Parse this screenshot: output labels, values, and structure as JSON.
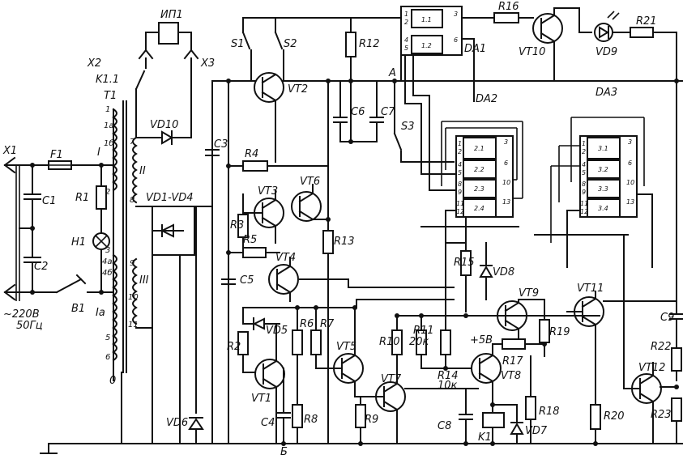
{
  "labels": {
    "x1": "X1",
    "x2": "X2",
    "x3": "X3",
    "f1": "F1",
    "r1": "R1",
    "h1": "H1",
    "c1": "C1",
    "c2": "C2",
    "b1": "B1",
    "mains": "~220В",
    "mains_freq": "50Гц",
    "t1": "T1",
    "k11": "K1.1",
    "ip1": "ИП1",
    "s1": "S1",
    "s2": "S2",
    "vd10": "VD10",
    "bridge": "VD1-VD4",
    "vd6": "VD6",
    "c3": "C3",
    "r4": "R4",
    "r3": "R3",
    "r5": "R5",
    "c5": "C5",
    "vt2": "VT2",
    "vt3": "VT3",
    "vt4": "VT4",
    "vt6": "VT6",
    "r12": "R12",
    "r13": "R13",
    "c6": "C6",
    "c7": "C7",
    "s3": "S3",
    "node_a": "A",
    "r16": "R16",
    "vt10": "VT10",
    "vd9": "VD9",
    "r21": "R21",
    "da1": "DA1",
    "da2": "DA2",
    "da3": "DA3",
    "r15": "R15",
    "vd8": "VD8",
    "vd5": "VD5",
    "r2": "R2",
    "r6": "R6",
    "r7": "R7",
    "vt1": "VT1",
    "c4": "C4",
    "r8": "R8",
    "node_b": "Б",
    "vt5": "VT5",
    "r9": "R9",
    "vt7": "VT7",
    "r10": "R10",
    "r11": "R11",
    "r11_val": "20к",
    "r14": "R14",
    "r14_val": "10к",
    "plus5": "+5В",
    "vt8": "VT8",
    "r17": "R17",
    "vt9": "VT9",
    "r19": "R19",
    "c8": "C8",
    "k1": "K1",
    "r18": "R18",
    "vd7": "VD7",
    "vt11": "VT11",
    "r20": "R20",
    "c9": "C9",
    "r22": "R22",
    "vt12": "VT12",
    "r23": "R23",
    "ground_0": "0"
  },
  "winding_labels": {
    "i": "I",
    "ia": "Iа",
    "ii": "II",
    "iii": "III",
    "p1": "1",
    "p1a": "1а",
    "p16": "1б",
    "p2": "2",
    "p3": "3",
    "p4a": "4а",
    "p4b": "4б",
    "p5": "5",
    "p6": "6",
    "p7": "7",
    "p8": "8",
    "p9": "9",
    "p10": "10",
    "p11": "11"
  },
  "da1_pins": {
    "p1": "1",
    "p2": "2",
    "p3": "3",
    "p4": "4",
    "p5": "5",
    "p6": "6",
    "u1": "1.1",
    "u2": "1.2"
  },
  "da2_pins": {
    "p1": "1",
    "p2": "2",
    "p3": "3",
    "p4": "4",
    "p5": "5",
    "p6": "6",
    "p8": "8",
    "p9": "9",
    "p10": "10",
    "p11": "11",
    "p12": "12",
    "p13": "13",
    "u1": "2.1",
    "u2": "2.2",
    "u3": "2.3",
    "u4": "2.4"
  },
  "da3_pins": {
    "p1": "1",
    "p2": "2",
    "p3": "3",
    "p4": "4",
    "p5": "5",
    "p6": "6",
    "p8": "8",
    "p9": "9",
    "p10": "10",
    "p11": "11",
    "p12": "12",
    "p13": "13",
    "u1": "3.1",
    "u2": "3.2",
    "u3": "3.3",
    "u4": "3.4"
  }
}
